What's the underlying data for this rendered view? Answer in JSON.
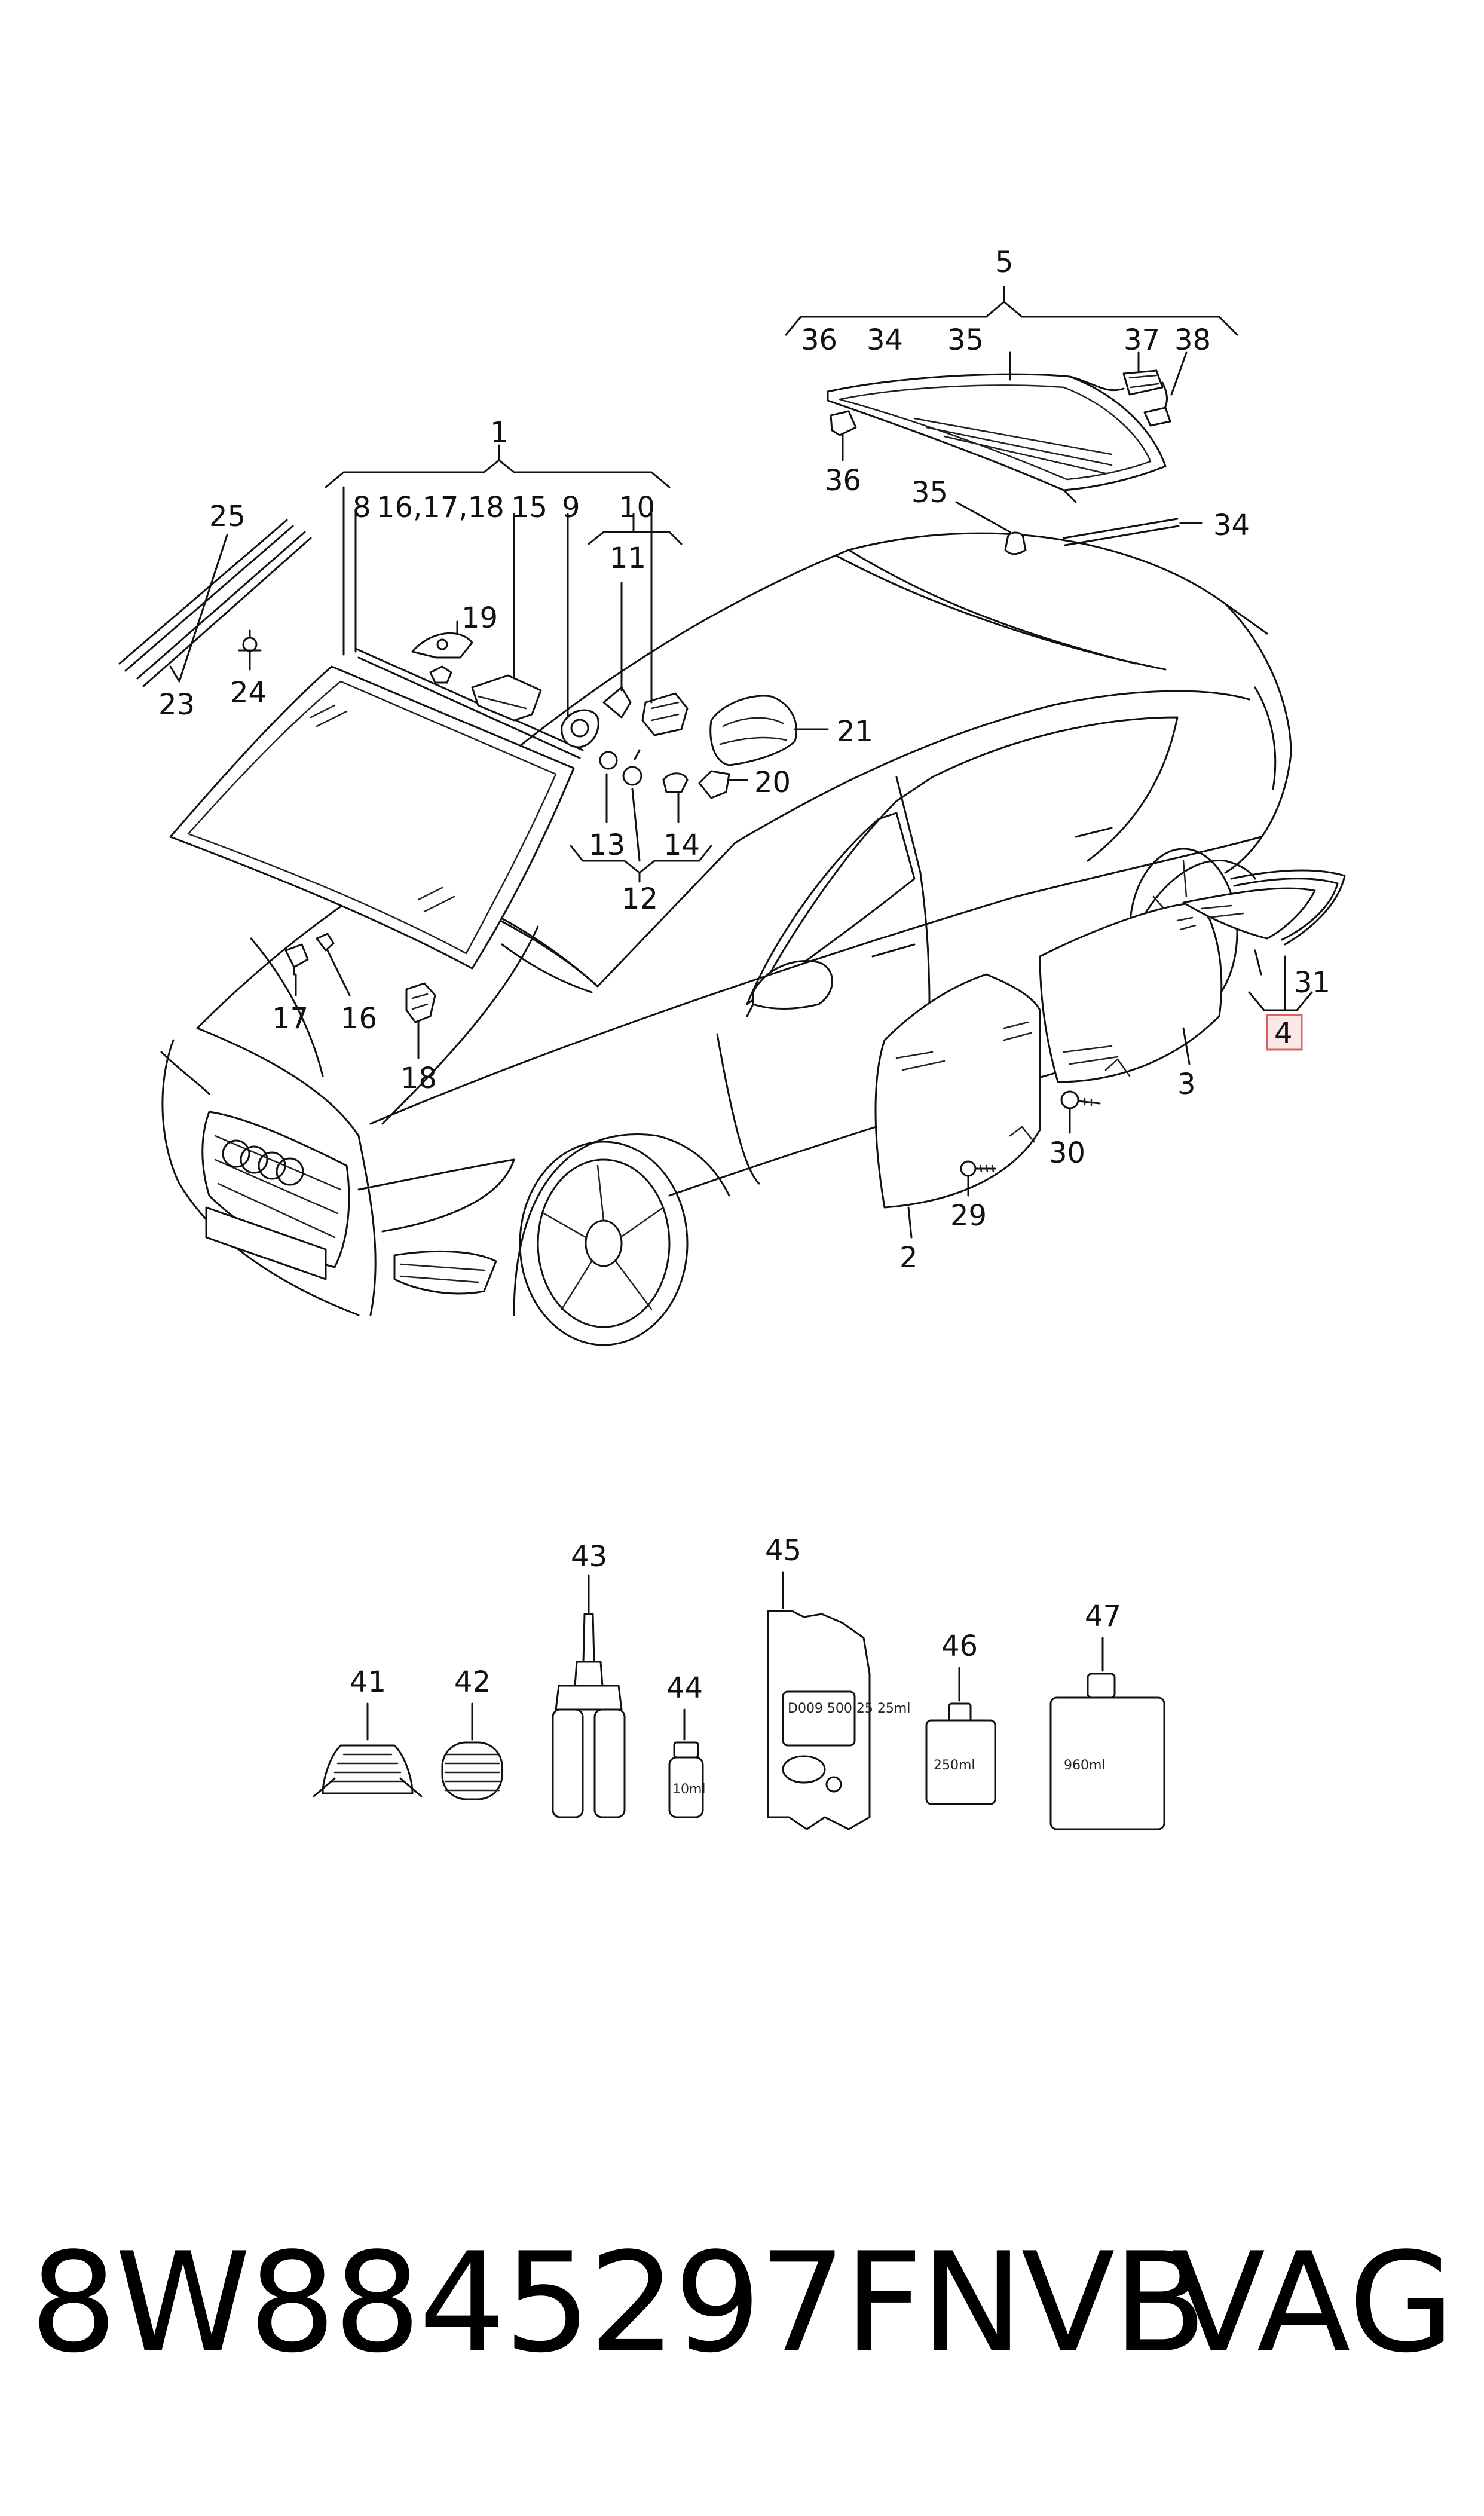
{
  "callouts": {
    "c1": "1",
    "c2": "2",
    "c3": "3",
    "c4": "4",
    "c5": "5",
    "c8": "8",
    "c9": "9",
    "c10": "10",
    "c11": "11",
    "c12": "12",
    "c13": "13",
    "c14": "14",
    "c15": "15",
    "c16_17_18": "16,17,18",
    "c16": "16",
    "c17": "17",
    "c18": "18",
    "c19": "19",
    "c20": "20",
    "c21": "21",
    "c23": "23",
    "c24": "24",
    "c25": "25",
    "c29": "29",
    "c30": "30",
    "c31": "31",
    "c34a": "34",
    "c34b": "34",
    "c35a": "35",
    "c35b": "35",
    "c36a": "36",
    "c36b": "36",
    "c37": "37",
    "c38": "38",
    "c41": "41",
    "c42": "42",
    "c43": "43",
    "c44": "44",
    "c45": "45",
    "c46": "46",
    "c47": "47"
  },
  "package_labels": {
    "vial_44": "10ml",
    "bag_45": "D009 500 25 25ml",
    "bottle_46": "250ml",
    "bottle_47": "960ml"
  },
  "highlight": {
    "part": "4",
    "border_color": "#e06060",
    "fill_color": "#fde8e8"
  },
  "footer": {
    "part_number": "8W8845297FNVB",
    "brand": "VAG"
  }
}
